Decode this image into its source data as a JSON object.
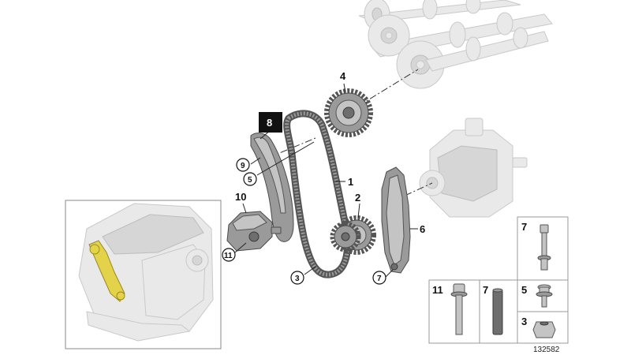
{
  "diagram": {
    "reference_number": "132582",
    "callouts": {
      "c1": "1",
      "c2": "2",
      "c3": "3",
      "c4": "4",
      "c5": "5",
      "c6": "6",
      "c7": "7",
      "c8": "8",
      "c9": "9",
      "c10": "10",
      "c11": "11"
    },
    "legend": {
      "top_right": "7",
      "bottom_left": "11",
      "bottom_mid": "7",
      "mid_right": "5",
      "bottom_right": "3"
    }
  }
}
